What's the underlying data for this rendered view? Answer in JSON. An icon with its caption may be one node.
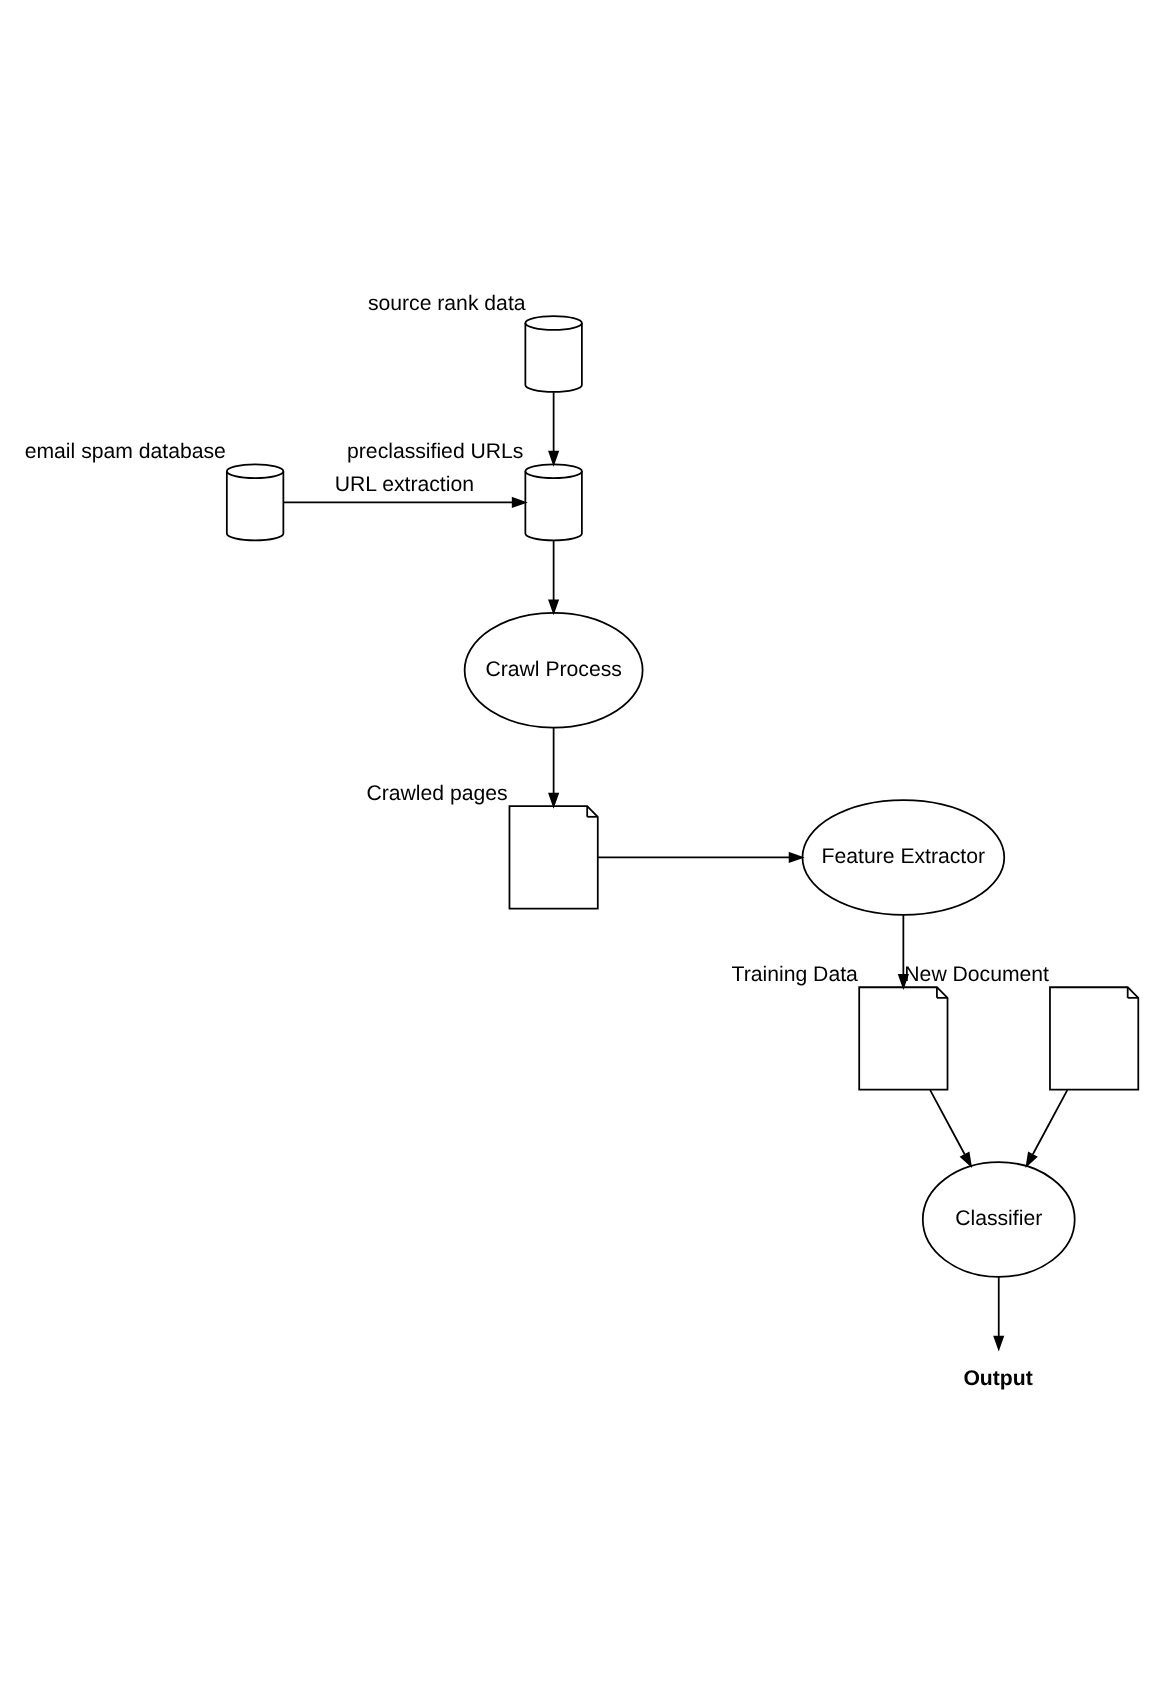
{
  "diagram": {
    "nodes": [
      {
        "text": [],
        "shape": "cylinder",
        "beside": [
          "email spam database"
        ]
      },
      {
        "text": [],
        "shape": "cylinder",
        "beside": [
          "source rank data"
        ]
      },
      {
        "text": [],
        "shape": "cylinder",
        "beside": [
          "preclassified URLs"
        ]
      },
      {
        "text": [
          "Crawl Process"
        ]
      },
      {
        "text": [],
        "shape": "document",
        "beside": [
          "Crawled pages"
        ]
      },
      {
        "text": [
          "Feature Extractor"
        ]
      },
      {
        "text": [],
        "shape": "document",
        "beside": [
          "Training Data"
        ]
      },
      {
        "text": [
          "Classifier"
        ]
      },
      {
        "text": [],
        "shape": "document",
        "beside": [
          "New Document"
        ]
      },
      {
        "text": [
          "Output"
        ]
      }
    ],
    "edges": [
      {
        "from": 0,
        "to": 2,
        "arrow": "to",
        "label": "URL extraction"
      },
      {
        "from": 1,
        "to": 2,
        "arrow": "to"
      },
      {
        "from": 2,
        "to": 3,
        "arrow": "to"
      },
      {
        "from": 3,
        "to": 4,
        "arrow": "to"
      },
      {
        "from": 4,
        "to": 5,
        "arrow": "to"
      },
      {
        "from": 5,
        "to": 6,
        "arrow": "to"
      },
      {
        "from": 6,
        "to": 7,
        "arrow": "to"
      },
      {
        "from": 8,
        "to": 7,
        "arrow": "to"
      },
      {
        "from": 7,
        "to": 9,
        "arrow": "to"
      }
    ]
  }
}
